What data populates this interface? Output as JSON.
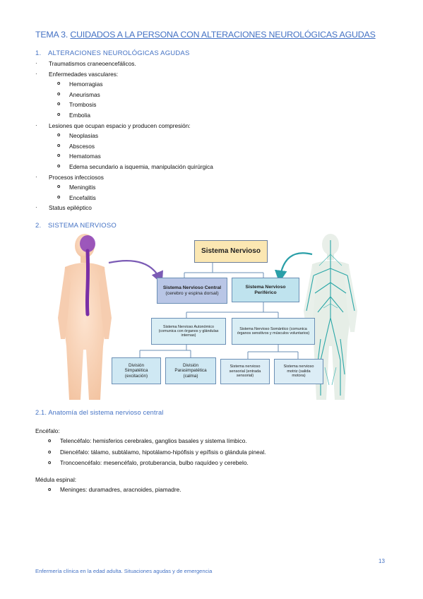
{
  "title": {
    "prefix": "TEMA 3. ",
    "underlined": "CUIDADOS A LA PERSONA CON ALTERACIONES NEUROLÓGICAS AGUDAS"
  },
  "section1": {
    "number": "1.",
    "heading": "ALTERACIONES NEUROLÓGICAS AGUDAS",
    "items": [
      {
        "level": 1,
        "bullet": "·",
        "text": "Traumatismos craneoencefálicos."
      },
      {
        "level": 1,
        "bullet": "·",
        "text": "Enfermedades vasculares:"
      },
      {
        "level": 2,
        "bullet": "o",
        "text": "Hemorragias"
      },
      {
        "level": 2,
        "bullet": "o",
        "text": "Aneurismas"
      },
      {
        "level": 2,
        "bullet": "o",
        "text": "Trombosis"
      },
      {
        "level": 2,
        "bullet": "o",
        "text": "Embolia"
      },
      {
        "level": 1,
        "bullet": "·",
        "text": "Lesiones que ocupan espacio y producen compresión:"
      },
      {
        "level": 2,
        "bullet": "o",
        "text": "Neoplasias"
      },
      {
        "level": 2,
        "bullet": "o",
        "text": "Abscesos"
      },
      {
        "level": 2,
        "bullet": "o",
        "text": "Hematomas"
      },
      {
        "level": 2,
        "bullet": "o",
        "text": "Edema secundario a isquemia, manipulación quirúrgica"
      },
      {
        "level": 1,
        "bullet": "·",
        "text": "Procesos infecciosos"
      },
      {
        "level": 2,
        "bullet": "o",
        "text": "Meningitis"
      },
      {
        "level": 2,
        "bullet": "o",
        "text": "Encefalitis"
      },
      {
        "level": 1,
        "bullet": "·",
        "text": "Status epiléptico"
      }
    ]
  },
  "section2": {
    "number": "2.",
    "heading": "SISTEMA NERVIOSO"
  },
  "diagram": {
    "root": "Sistema Nervioso",
    "cns_title": "Sistema Nervioso Central",
    "cns_sub": "(cerebro y espina dorsal)",
    "pns_title": "Sistema Nervioso Periférico",
    "autonomic": "Sistema Nervioso Autonómico (comunica con órganos y glándulas internas)",
    "somatic": "Sistema Nervioso Somántico (comunica órganos sensitivos y músculos voluntarios)",
    "sympathetic": "División Simpatética (excitación)",
    "parasympathetic": "División Parasimpatética (calma)",
    "sensory": "Sistema nervioso sensorial (entrada sensorial)",
    "motor": "Sistema nervioso motriz (salida motora)"
  },
  "section21": {
    "heading": "2.1. Anatomía del sistema nervioso central",
    "encefalo_label": "Encéfalo:",
    "encefalo_items": [
      "Telencéfalo: hemisferios cerebrales, ganglios basales y sistema límbico.",
      "Diencéfalo: tálamo, subtálamo, hipotálamo-hipófisis y epífisis o glándula pineal.",
      "Troncoencéfalo: mesencéfalo, protuberancia, bulbo raquídeo y cerebelo."
    ],
    "medula_label": "Médula espinal:",
    "medula_items": [
      "Meninges: duramadres, aracnoides, piamadre."
    ],
    "bullet": "o"
  },
  "page_number": "13",
  "footer": "Enfermería clínica en la edad adulta. Situaciones agudas y de emergencia",
  "colors": {
    "accent": "#4472c4",
    "root_box": "#fbe7b2",
    "cns_box": "#b9c6e6",
    "pns_box": "#bfe3ee",
    "arrow_cns": "#7b5bb5",
    "arrow_pns": "#2a9fa8"
  }
}
